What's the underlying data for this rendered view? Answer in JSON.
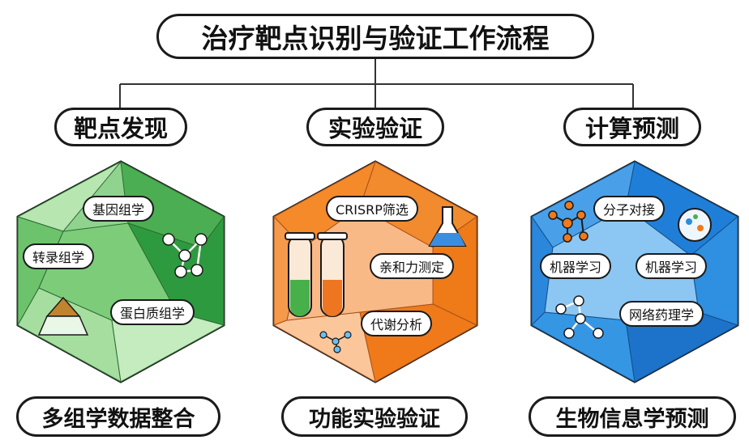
{
  "title": "治疗靶点识别与验证工作流程",
  "columns": [
    {
      "heading": "靶点发现",
      "tags": [
        "基因组学",
        "转录组学",
        "蛋白质组学"
      ],
      "footer": "多组学数据整合"
    },
    {
      "heading": "实验验证",
      "tags": [
        "CRISRP筛选",
        "亲和力测定",
        "代谢分析"
      ],
      "footer": "功能实验验证"
    },
    {
      "heading": "计算预测",
      "tags": [
        "分子对接",
        "机器学习",
        "机器学习",
        "网络药理学"
      ],
      "footer": "生物信息学预测"
    }
  ],
  "colors": {
    "green": "#3aa04a",
    "orange": "#f07a1a",
    "blue": "#2a8de0",
    "outline": "#1b1b1b"
  }
}
